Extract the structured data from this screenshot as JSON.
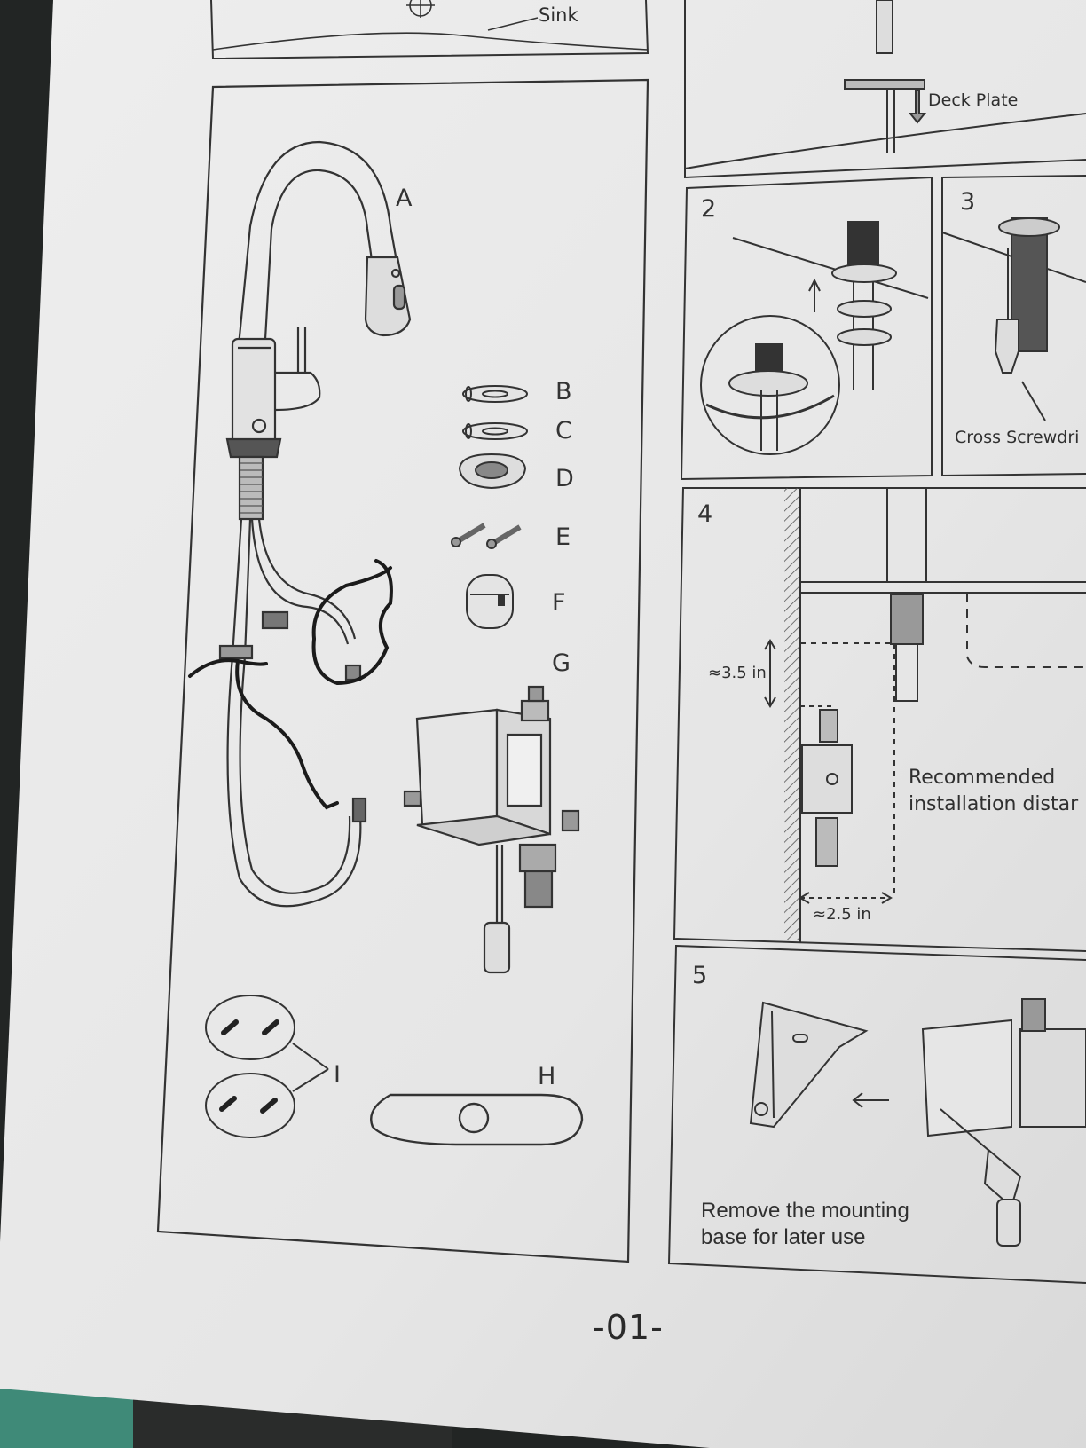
{
  "document": {
    "top_strip": {
      "sink_label": "Sink"
    },
    "parts_panel": {
      "faucet_letter": "A",
      "part_letters": [
        "B",
        "C",
        "D",
        "E",
        "F",
        "G"
      ],
      "screws_letter": "I",
      "deck_plate_letter": "H"
    },
    "top_right_panel": {
      "deck_plate_label": "Deck Plate"
    },
    "step2": {
      "number": "2"
    },
    "step3": {
      "number": "3",
      "tool_label": "Cross Screwdri"
    },
    "step4": {
      "number": "4",
      "vertical_distance": "≈3.5 in",
      "horizontal_distance": "≈2.5 in",
      "note_line1": "Recommended",
      "note_line2": "installation distar"
    },
    "step5": {
      "number": "5",
      "note_line1": "Remove the mounting",
      "note_line2": "base for later use"
    },
    "page_number": "-01-"
  }
}
